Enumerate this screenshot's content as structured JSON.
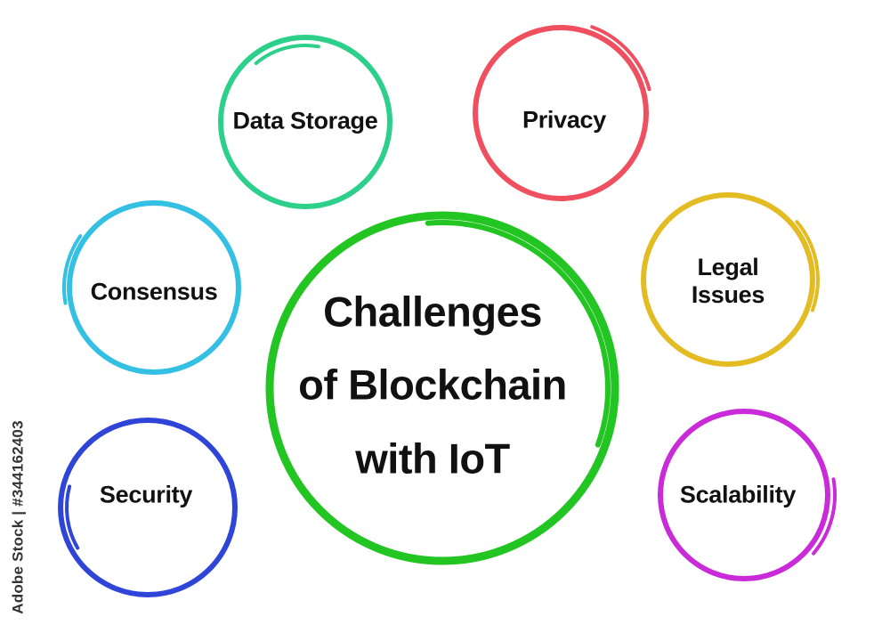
{
  "diagram": {
    "center": {
      "text": "Challenges\nof Blockchain\nwith IoT",
      "color": "#22c522"
    },
    "nodes": [
      {
        "id": "data-storage",
        "label": "Data Storage",
        "color": "#2dd08a"
      },
      {
        "id": "privacy",
        "label": "Privacy",
        "color": "#ef4f5e"
      },
      {
        "id": "consensus",
        "label": "Consensus",
        "color": "#34c0e3"
      },
      {
        "id": "legal-issues",
        "label": "Legal\nIssues",
        "color": "#e3bb22"
      },
      {
        "id": "security",
        "label": "Security",
        "color": "#2f45d8"
      },
      {
        "id": "scalability",
        "label": "Scalability",
        "color": "#c92bd9"
      }
    ]
  },
  "watermark": {
    "stock_id": "Adobe Stock | #344162403"
  }
}
